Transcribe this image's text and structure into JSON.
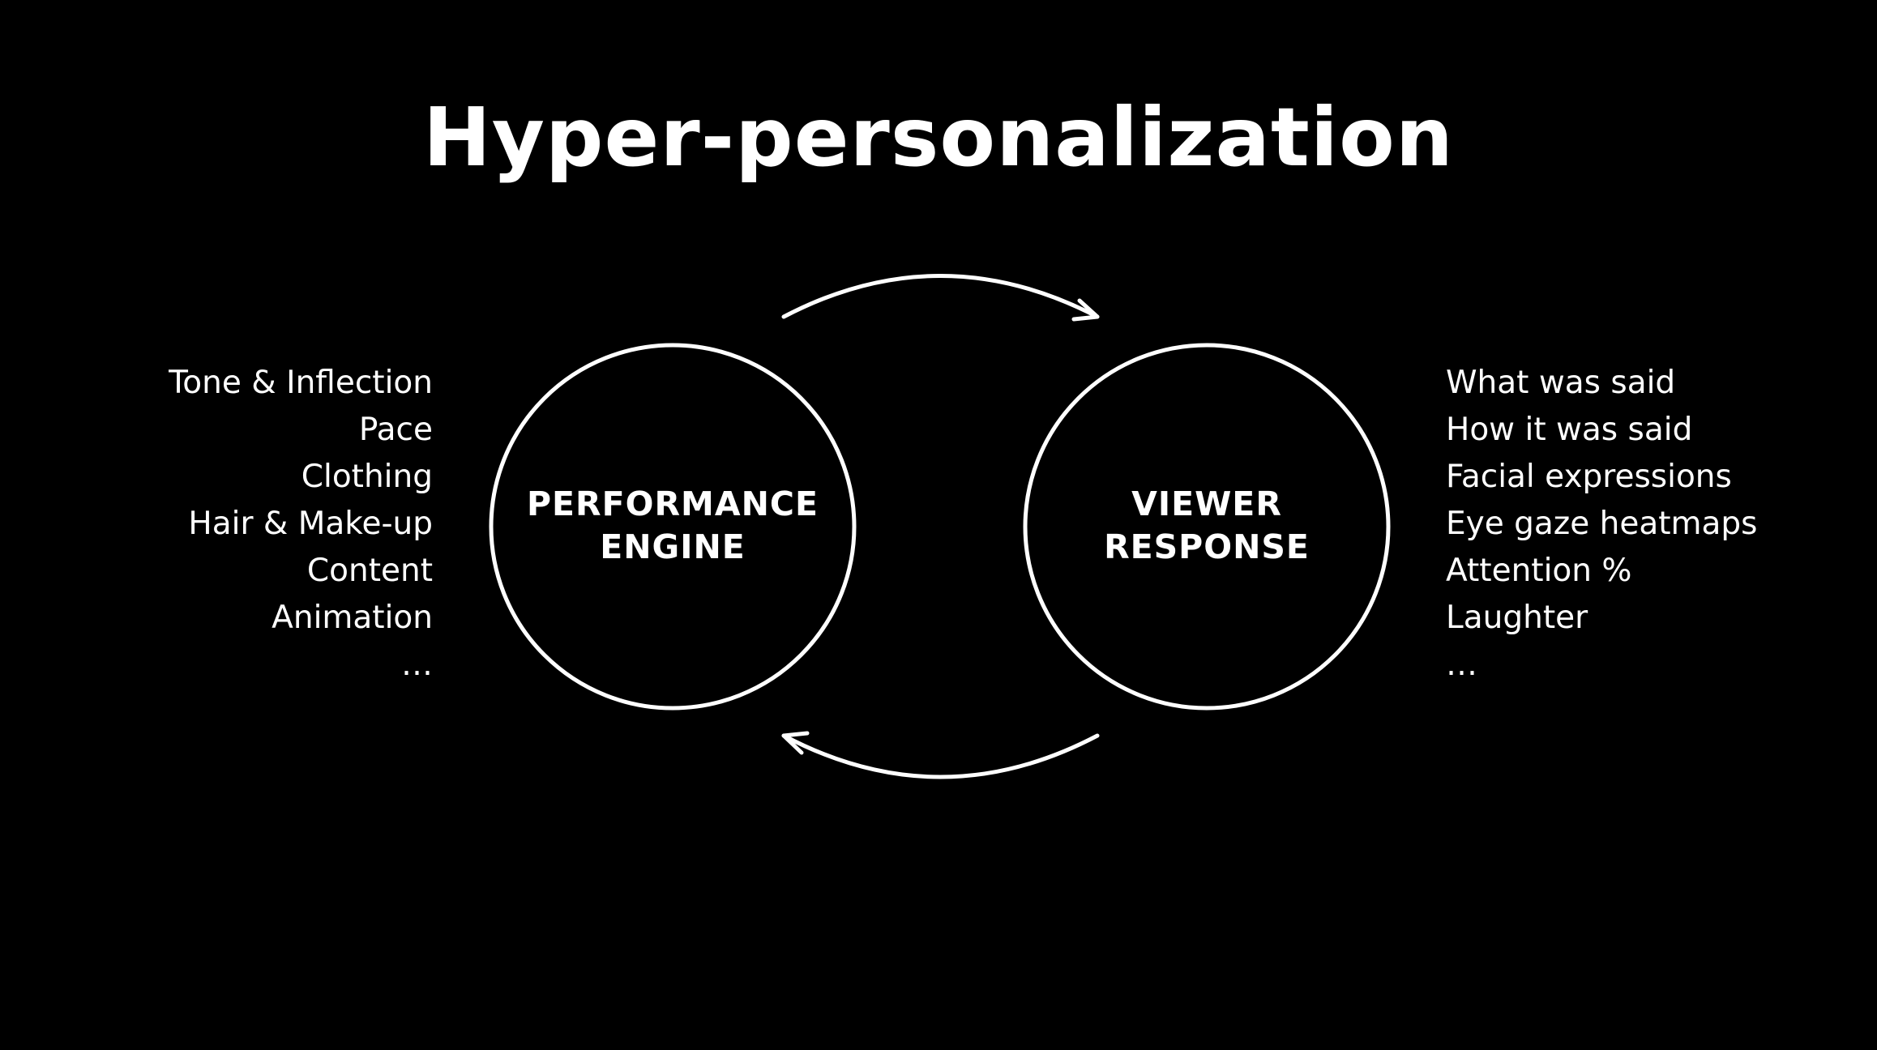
{
  "title": "Hyper-personalization",
  "nodes": {
    "left": {
      "line1": "PERFORMANCE",
      "line2": "ENGINE"
    },
    "right": {
      "line1": "VIEWER",
      "line2": "RESPONSE"
    }
  },
  "left_list": [
    "Tone & Inflection",
    "Pace",
    "Clothing",
    "Hair & Make-up",
    "Content",
    "Animation",
    "…"
  ],
  "right_list": [
    "What was said",
    "How it was said",
    "Facial expressions",
    "Eye gaze heatmaps",
    "Attention %",
    "Laughter",
    "…"
  ],
  "colors": {
    "background": "#000000",
    "foreground": "#ffffff"
  },
  "icons": {
    "top_arrow": "curved-arrow-right-icon",
    "bottom_arrow": "curved-arrow-left-icon"
  }
}
